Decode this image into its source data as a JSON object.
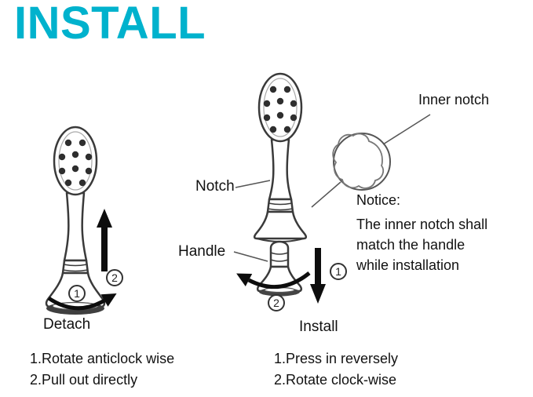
{
  "title": "INSTALL",
  "colors": {
    "accent": "#00b2cd"
  },
  "labels": {
    "notch": "Notch",
    "handle": "Handle",
    "inner_notch": "Inner notch",
    "detach": "Detach",
    "install": "Install"
  },
  "markers": {
    "detach_step1": "1",
    "detach_step2": "2",
    "install_step1": "1",
    "install_step2": "2"
  },
  "notice": {
    "heading": "Notice:",
    "lines": [
      "The inner notch shall",
      "match the handle",
      "while installation"
    ]
  },
  "instructions": {
    "detach": [
      "1.Rotate anticlock wise",
      "2.Pull out directly"
    ],
    "install": [
      "1.Press in reversely",
      "2.Rotate clock-wise"
    ]
  }
}
